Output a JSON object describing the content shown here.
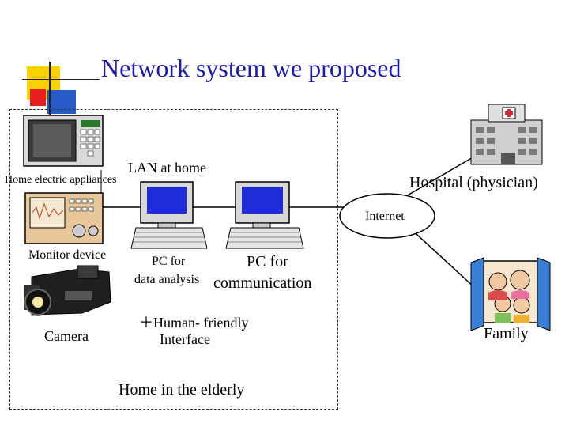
{
  "slide": {
    "title": "Network system we proposed"
  },
  "labels": {
    "lan": "LAN at home",
    "home_appliances": "Home electric appliances",
    "hospital": "Hospital (physician)",
    "internet": "Internet",
    "monitor_device": "Monitor device",
    "pc_analysis_line1": "PC for",
    "pc_analysis_line2": "data analysis",
    "pc_comm_line1": "PC for",
    "pc_comm_line2": "communication",
    "interface_line1": "＋Human- friendly",
    "interface_line2": "Interface",
    "camera": "Camera",
    "family": "Family",
    "home_elderly": "Home in the elderly"
  },
  "colors": {
    "title": "#1b1bb3",
    "deco_yellow": "#f5d200",
    "deco_red": "#e81d1d",
    "deco_blue": "#2a5cc8",
    "internet_fill": "#ffffff",
    "screen_blue": "#1f2cd8",
    "hospital_cross": "#e3262a"
  },
  "icons": [
    "microwave-icon",
    "monitor-device-icon",
    "camera-icon",
    "pc-icon",
    "hospital-icon",
    "family-window-icon"
  ]
}
